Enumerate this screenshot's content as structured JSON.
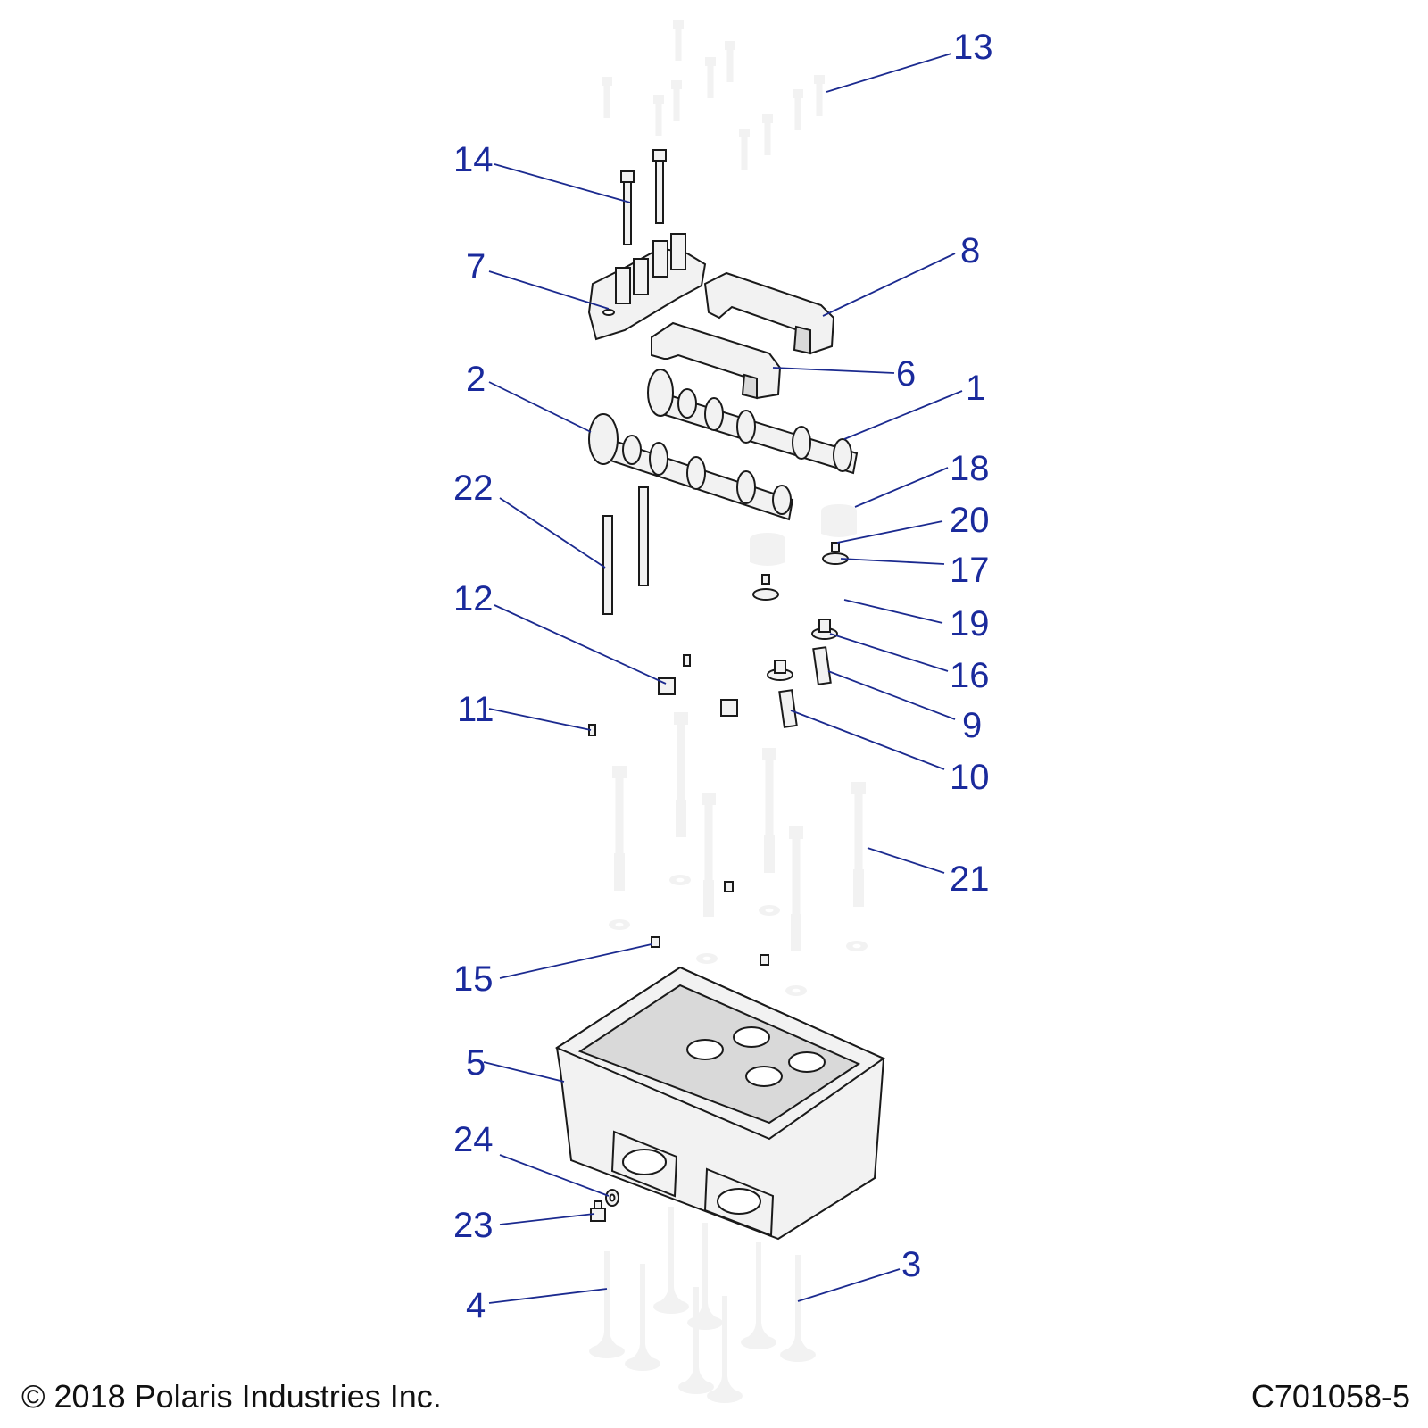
{
  "footer": {
    "copyright": "© 2018 Polaris Industries Inc.",
    "drawing_number": "C701058-5"
  },
  "callouts": {
    "c1": "1",
    "c2": "2",
    "c3": "3",
    "c4": "4",
    "c5": "5",
    "c6": "6",
    "c7": "7",
    "c8": "8",
    "c9": "9",
    "c10": "10",
    "c11": "11",
    "c12": "12",
    "c13": "13",
    "c14": "14",
    "c15": "15",
    "c16": "16",
    "c17": "17",
    "c18": "18",
    "c19": "19",
    "c20": "20",
    "c21": "21",
    "c22": "22",
    "c23": "23",
    "c24": "24"
  },
  "colors": {
    "callout": "#1a2a9c",
    "line": "#1a1a1a",
    "part_fill": "#f2f2f2"
  }
}
